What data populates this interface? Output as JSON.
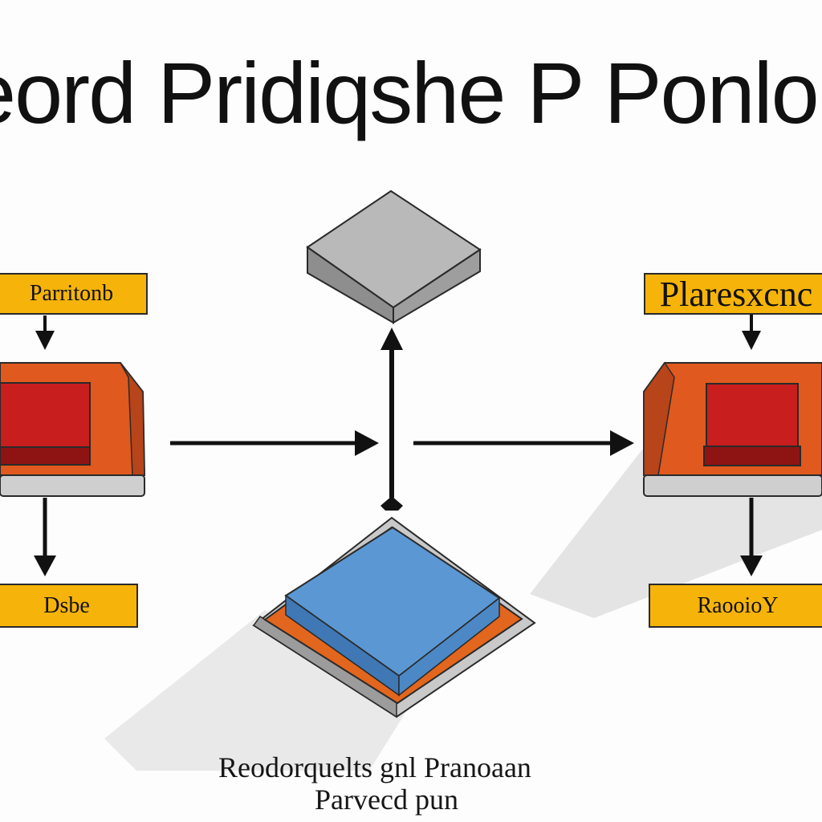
{
  "title": "eord Pridiqshe P Ponlo",
  "labels": {
    "top_left": "Parritonb",
    "bottom_left": "Dsbe",
    "top_right": "Plaresxcnc",
    "bottom_right": "RaooioY"
  },
  "caption": {
    "line1": "Reodorquelts gnl Pranoaan",
    "line2": "Parvecd pun"
  },
  "icons": {
    "top_center": "gray-cube-icon",
    "bottom_center": "blue-chip-icon",
    "left_device": "orange-device-icon",
    "right_device": "orange-device-icon"
  },
  "colors": {
    "label_fill": "#f6b40a",
    "device_orange": "#e0591e",
    "device_screen": "#c81e1e",
    "chip_blue": "#5b98d3",
    "chip_base_orange": "#e2661d",
    "cube_gray": "#a8a8a8",
    "shadow": "#e6e6e6"
  }
}
